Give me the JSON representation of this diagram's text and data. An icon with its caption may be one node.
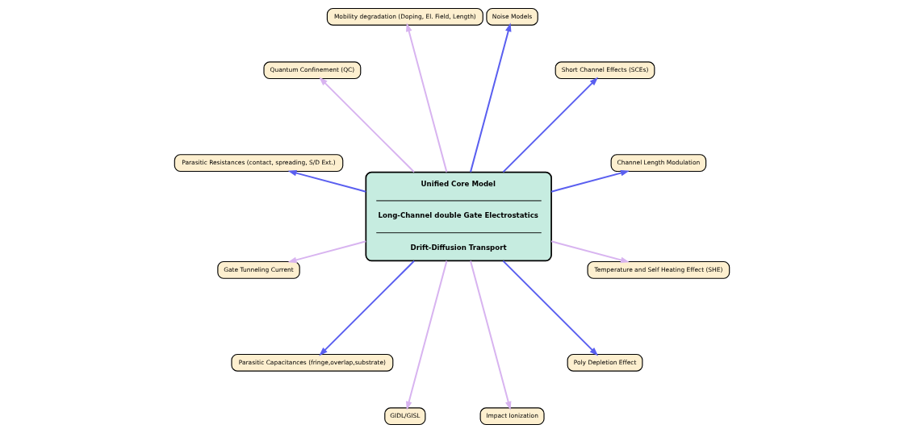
{
  "diagram": {
    "nodes": [
      {
        "text": [
          "Channel Length Modulation"
        ]
      },
      {
        "text": [
          "Short Channel Effects (SCEs)"
        ]
      },
      {
        "text": [
          "Noise Models"
        ]
      },
      {
        "text": [
          "Mobility degradation (Doping, El. Field, Length)"
        ]
      },
      {
        "text": [
          "Quantum Confinement (QC)"
        ]
      },
      {
        "text": [
          "Unified Core Model",
          "Long-Channel double Gate Electrostatics",
          "Drift-Diffusion Transport"
        ]
      },
      {
        "text": [
          "Parasitic Resistances (contact, spreading, S/D Ext.)"
        ]
      },
      {
        "text": [
          "Gate Tunneling Current"
        ]
      },
      {
        "text": [
          "Parasitic Capacitances (fringe,overlap,substrate)"
        ]
      },
      {
        "text": [
          "GIDL/GISL"
        ]
      },
      {
        "text": [
          "Impact Ionization"
        ]
      },
      {
        "text": [
          "Poly Depletion Effect"
        ]
      },
      {
        "text": [
          "Temperature and Self Heating Effect (SHE)"
        ]
      }
    ],
    "edges": [
      {
        "from": 5,
        "to": 2,
        "arrow": "to",
        "color": "#5a5ff0"
      },
      {
        "from": 5,
        "to": 0,
        "arrow": "to",
        "color": "#5a5ff0"
      },
      {
        "from": 5,
        "to": 1,
        "arrow": "to",
        "color": "#5a5ff0"
      },
      {
        "from": 5,
        "to": 4,
        "arrow": "to",
        "color": "#d8b4f0"
      },
      {
        "from": 5,
        "to": 7,
        "arrow": "to",
        "color": "#d8b4f0"
      },
      {
        "from": 5,
        "to": 9,
        "arrow": "to",
        "color": "#d8b4f0"
      },
      {
        "from": 5,
        "to": 11,
        "arrow": "to",
        "color": "#5a5ff0"
      },
      {
        "from": 5,
        "to": 12,
        "arrow": "to",
        "color": "#d8b4f0"
      },
      {
        "from": 5,
        "to": 10,
        "arrow": "to",
        "color": "#d8b4f0"
      },
      {
        "from": 5,
        "to": 8,
        "arrow": "to",
        "color": "#5a5ff0"
      },
      {
        "from": 5,
        "to": 6,
        "arrow": "to",
        "color": "#5a5ff0"
      },
      {
        "from": 5,
        "to": 3,
        "arrow": "to",
        "color": "#d8b4f0"
      }
    ]
  }
}
